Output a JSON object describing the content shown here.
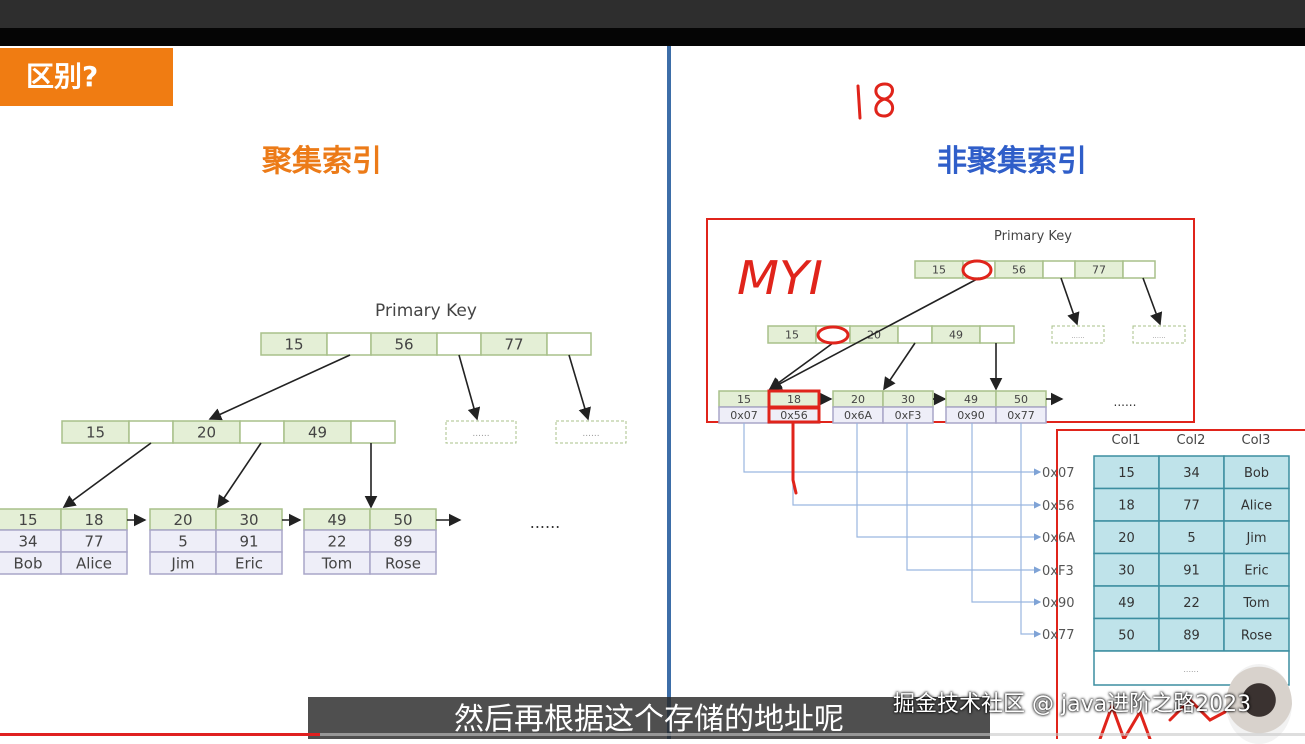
{
  "slide": {
    "section_label": "区别?",
    "left_title": "聚集索引",
    "right_title": "非聚集索引",
    "handwriting": {
      "number": "18",
      "file_label": "MYI"
    }
  },
  "clustered": {
    "primary_key_label": "Primary Key",
    "root": [
      "15",
      "",
      "56",
      "",
      "77",
      ""
    ],
    "internal": [
      "15",
      "",
      "20",
      "",
      "49",
      ""
    ],
    "placeholder": "......",
    "leaves": [
      {
        "keys": [
          "15",
          "18"
        ],
        "col2": [
          "34",
          "77"
        ],
        "col3": [
          "Bob",
          "Alice"
        ]
      },
      {
        "keys": [
          "20",
          "30"
        ],
        "col2": [
          "5",
          "91"
        ],
        "col3": [
          "Jim",
          "Eric"
        ]
      },
      {
        "keys": [
          "49",
          "50"
        ],
        "col2": [
          "22",
          "89"
        ],
        "col3": [
          "Tom",
          "Rose"
        ]
      }
    ],
    "more": "......"
  },
  "nonclustered": {
    "primary_key_label": "Primary Key",
    "root": [
      "15",
      "",
      "56",
      "",
      "77",
      ""
    ],
    "internal": [
      "15",
      "",
      "20",
      "",
      "49",
      ""
    ],
    "placeholder": "......",
    "leaves": [
      {
        "keys": [
          "15",
          "18"
        ],
        "addrs": [
          "0x07",
          "0x56"
        ]
      },
      {
        "keys": [
          "20",
          "30"
        ],
        "addrs": [
          "0x6A",
          "0xF3"
        ]
      },
      {
        "keys": [
          "49",
          "50"
        ],
        "addrs": [
          "0x90",
          "0x77"
        ]
      }
    ],
    "more": "......",
    "address_labels": [
      "0x07",
      "0x56",
      "0x6A",
      "0xF3",
      "0x90",
      "0x77"
    ],
    "table": {
      "headers": [
        "Col1",
        "Col2",
        "Col3"
      ],
      "rows": [
        [
          "15",
          "34",
          "Bob"
        ],
        [
          "18",
          "77",
          "Alice"
        ],
        [
          "20",
          "5",
          "Jim"
        ],
        [
          "30",
          "91",
          "Eric"
        ],
        [
          "49",
          "22",
          "Tom"
        ],
        [
          "50",
          "89",
          "Rose"
        ]
      ],
      "more": "......"
    }
  },
  "video": {
    "subtitle": "然后再根据这个存储的地址呢",
    "watermark": "掘金技术社区 @ java进阶之路2023"
  },
  "colors": {
    "orange": "#f07c12",
    "blue_title": "#2f5ec9",
    "key_cell": "#e4efd6",
    "data_cell": "#eeeef8",
    "table_cell": "#bfe3ea",
    "annotation_red": "#e0241b"
  }
}
